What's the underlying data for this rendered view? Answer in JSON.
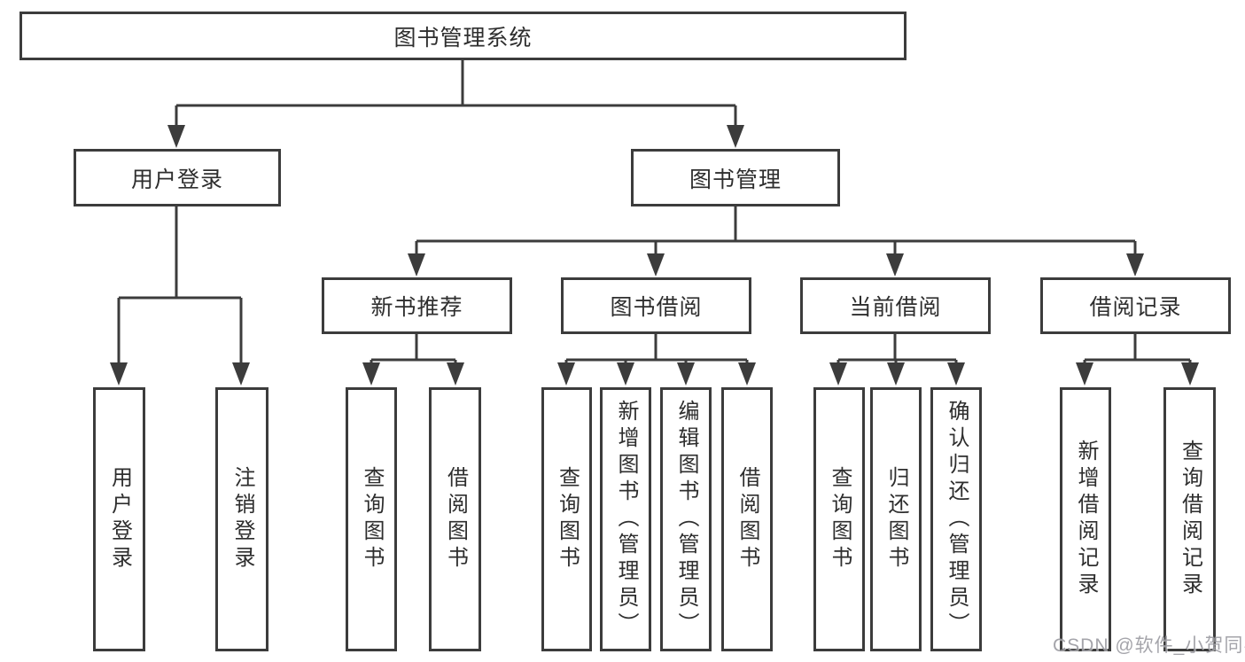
{
  "nodes": {
    "root": {
      "label": "图书管理系统"
    },
    "level2": [
      {
        "label": "用户登录"
      },
      {
        "label": "图书管理"
      }
    ],
    "level3": [
      {
        "label": "新书推荐"
      },
      {
        "label": "图书借阅"
      },
      {
        "label": "当前借阅"
      },
      {
        "label": "借阅记录"
      }
    ],
    "leaves": [
      {
        "label": "用户登录"
      },
      {
        "label": "注销登录"
      },
      {
        "label": "查询图书"
      },
      {
        "label": "借阅图书"
      },
      {
        "label": "查询图书"
      },
      {
        "label": "新增图书（管理员）"
      },
      {
        "label": "编辑图书（管理员）"
      },
      {
        "label": "借阅图书"
      },
      {
        "label": "查询图书"
      },
      {
        "label": "归还图书"
      },
      {
        "label": "确认归还（管理员）"
      },
      {
        "label": "新增借阅记录"
      },
      {
        "label": "查询借阅记录"
      }
    ]
  },
  "watermark": "CSDN @软件_小贺同学",
  "colors": {
    "line": "#3c3c3c",
    "text": "#2e2e2e",
    "background": "#ffffff",
    "watermark": "#9b9ba1"
  }
}
